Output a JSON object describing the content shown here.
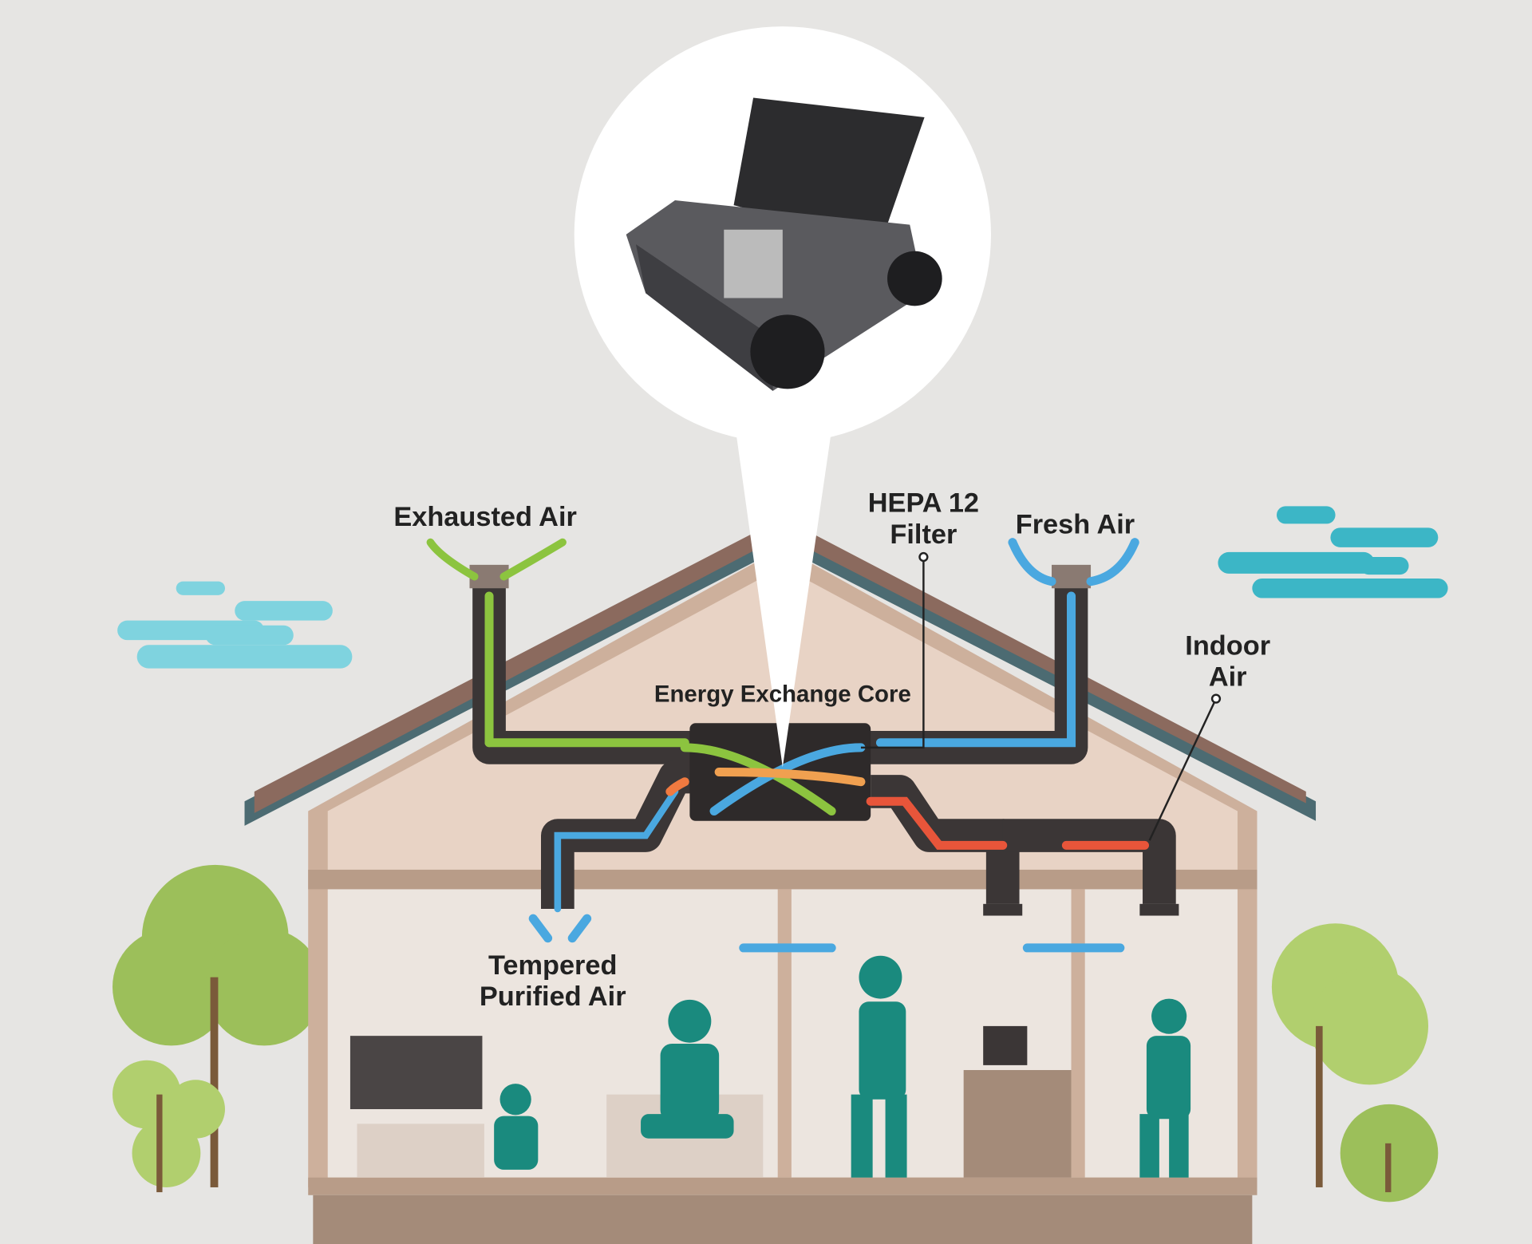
{
  "labels": {
    "exhausted_air": "Exhausted Air",
    "hepa_line1": "HEPA 12",
    "hepa_line2": "Filter",
    "fresh_air": "Fresh Air",
    "indoor_line1": "Indoor",
    "indoor_line2": "Air",
    "energy_core": "Energy Exchange Core",
    "tempered_line1": "Tempered",
    "tempered_line2": "Purified Air"
  },
  "colors": {
    "background": "#e6e5e3",
    "duct": "#3b3636",
    "exhaust_flow": "#8cc43f",
    "fresh_flow": "#4aa8e0",
    "indoor_flow": "#e8553a",
    "people": "#1a8a7e",
    "trees": "#9cbf5a",
    "clouds": "#6fd0de"
  }
}
